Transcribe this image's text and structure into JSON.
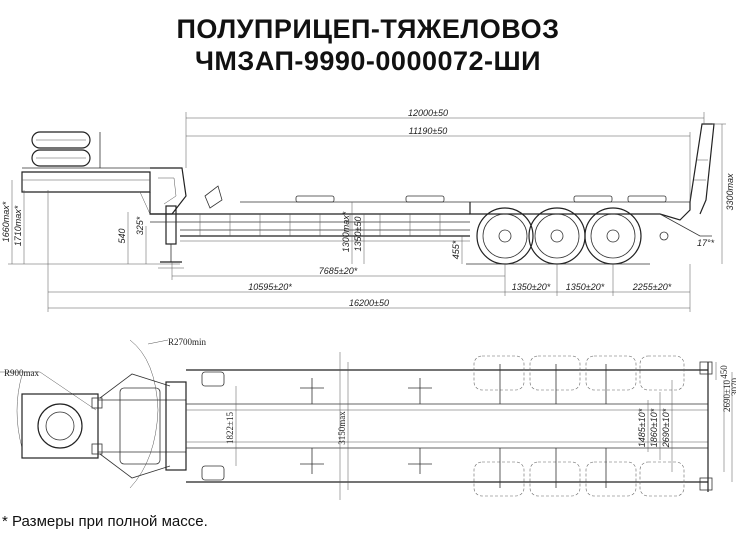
{
  "title": {
    "line1": "ПОЛУПРИЦЕП-ТЯЖЕЛОВОЗ",
    "line2": "ЧМЗАП-9990-0000072-ШИ"
  },
  "side_view": {
    "dims": {
      "overall_top": "12000±50",
      "platform": "11190±50",
      "h_max_right": "3300max",
      "h_1660": "1660max*",
      "h_1710": "1710max*",
      "h_540": "540",
      "h_325": "325*",
      "h_1300": "1300max*",
      "h_1350v": "1350±50",
      "h_455": "455*",
      "ang_17": "17°*",
      "d_7685": "7685±20*",
      "d_10595": "10595±20*",
      "d_1350a": "1350±20*",
      "d_1350b": "1350±20*",
      "d_2255": "2255±20*",
      "overall_bottom": "16200±50"
    }
  },
  "top_view": {
    "dims": {
      "r2700": "R2700min",
      "r900": "R900max",
      "d_1822": "1822±15",
      "d_3150": "3150max",
      "d_1485": "1485±10*",
      "d_1860": "1860±10*",
      "d_2690": "2690±10*",
      "d_450": "450",
      "d_2690b": "2690±10",
      "d_3070": "3070"
    }
  },
  "footnote": "* Размеры при полной массе."
}
